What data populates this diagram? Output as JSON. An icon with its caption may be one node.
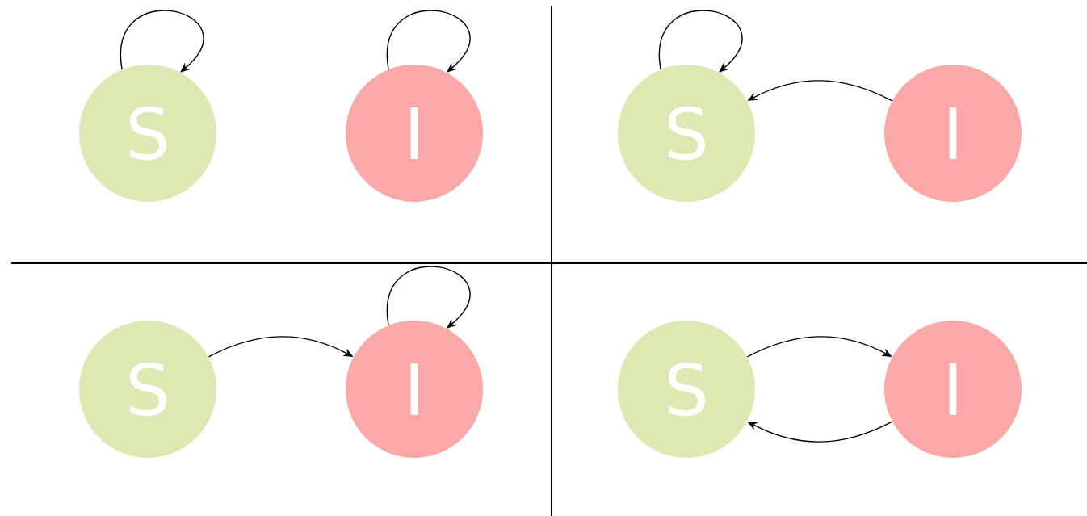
{
  "diagram": {
    "nodes": [
      {
        "text": [
          "S"
        ]
      },
      {
        "text": [
          "I"
        ]
      },
      {
        "text": [
          "S"
        ]
      },
      {
        "text": [
          "I"
        ]
      },
      {
        "text": [
          "S"
        ]
      },
      {
        "text": [
          "I"
        ]
      },
      {
        "text": [
          "S"
        ]
      },
      {
        "text": [
          "I"
        ]
      }
    ],
    "edges": [
      {
        "from": 0,
        "to": 0,
        "arrow": "to"
      },
      {
        "from": 1,
        "to": 1,
        "arrow": "to"
      },
      {
        "from": 2,
        "to": 2,
        "arrow": "to"
      },
      {
        "from": 3,
        "to": 2,
        "arrow": "to"
      },
      {
        "from": 5,
        "to": 5,
        "arrow": "to"
      },
      {
        "from": 4,
        "to": 5,
        "arrow": "to"
      },
      {
        "from": 6,
        "to": 7,
        "arrow": "to"
      },
      {
        "from": 7,
        "to": 6,
        "arrow": "to"
      }
    ]
  }
}
